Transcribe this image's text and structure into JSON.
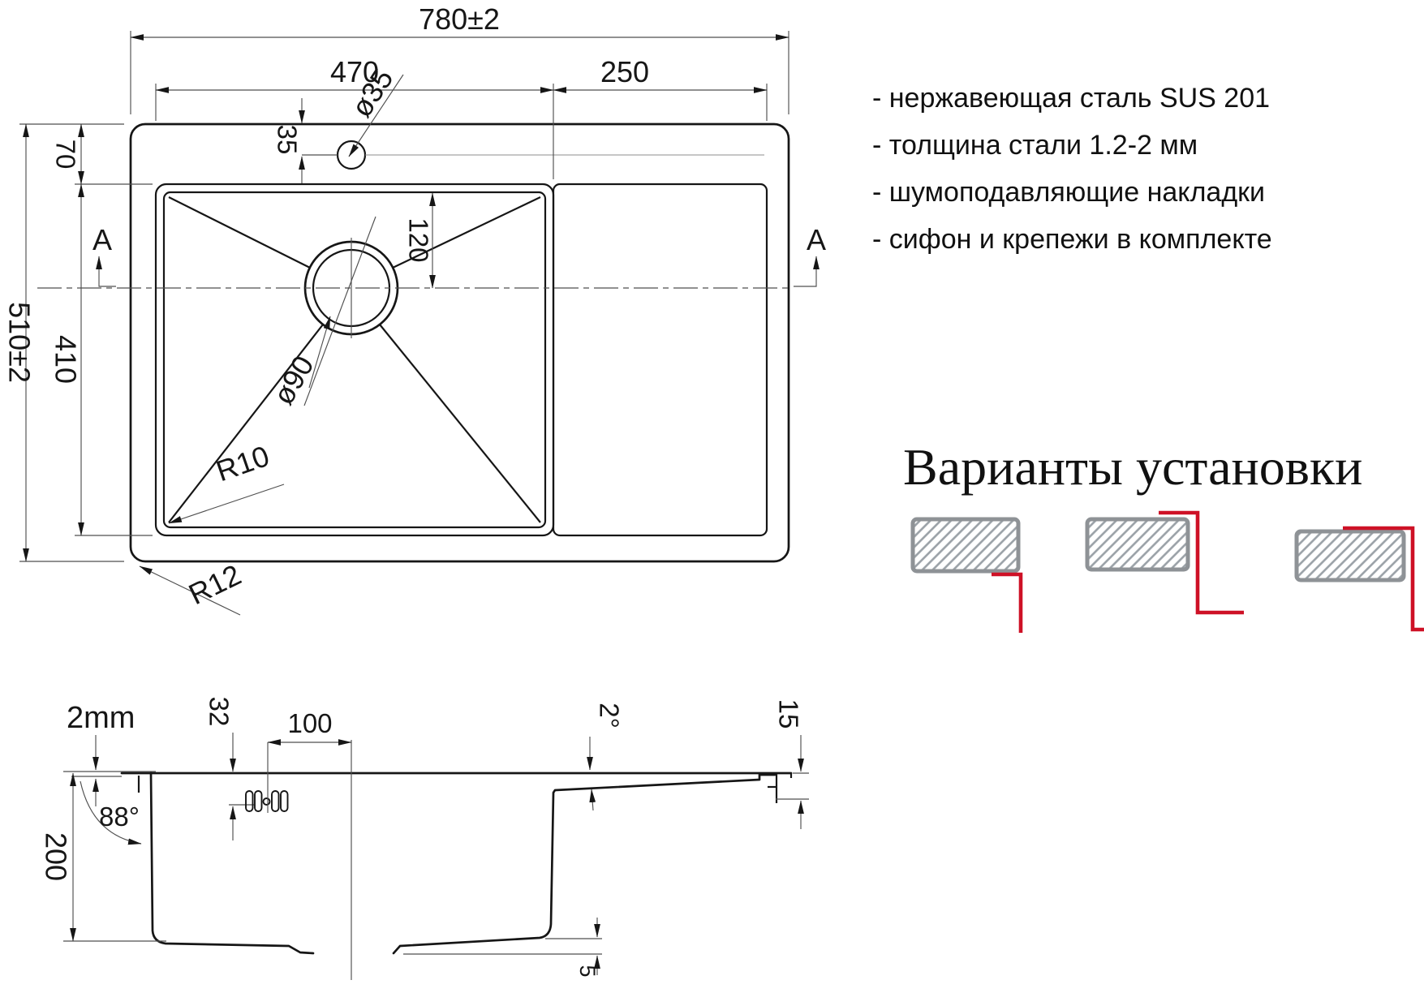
{
  "colors": {
    "line": "#161616",
    "accent_red": "#ce1126",
    "install_gray": "#8e9296",
    "hatch_gray": "#9aa1a7"
  },
  "top_view": {
    "section_marker": "A",
    "dims": {
      "total_width": "780±2",
      "bowl_width": "470",
      "wing_width": "250",
      "total_depth": "510±2",
      "rim_offset": "70",
      "bowl_depth": "410",
      "faucet_offset": "35",
      "faucet_hole": "ø35",
      "drain_offset": "120",
      "drain_hole": "ø90",
      "bowl_corner_radius": "R10",
      "outer_corner_radius": "R12"
    }
  },
  "section_view": {
    "dims": {
      "steel_thickness": "2mm",
      "clip_depth": "32",
      "faucet_to_drain": "100",
      "wall_angle": "88°",
      "bowl_height": "200",
      "board_slope": "2°",
      "edge_height": "15",
      "bottom_drop": "5"
    }
  },
  "specs": {
    "items": [
      "- нержавеющая сталь SUS 201",
      "- толщина стали 1.2-2 мм",
      "- шумоподавляющие накладки",
      "- сифон и крепежи в комплекте"
    ]
  },
  "installation": {
    "title": "Варианты установки"
  }
}
